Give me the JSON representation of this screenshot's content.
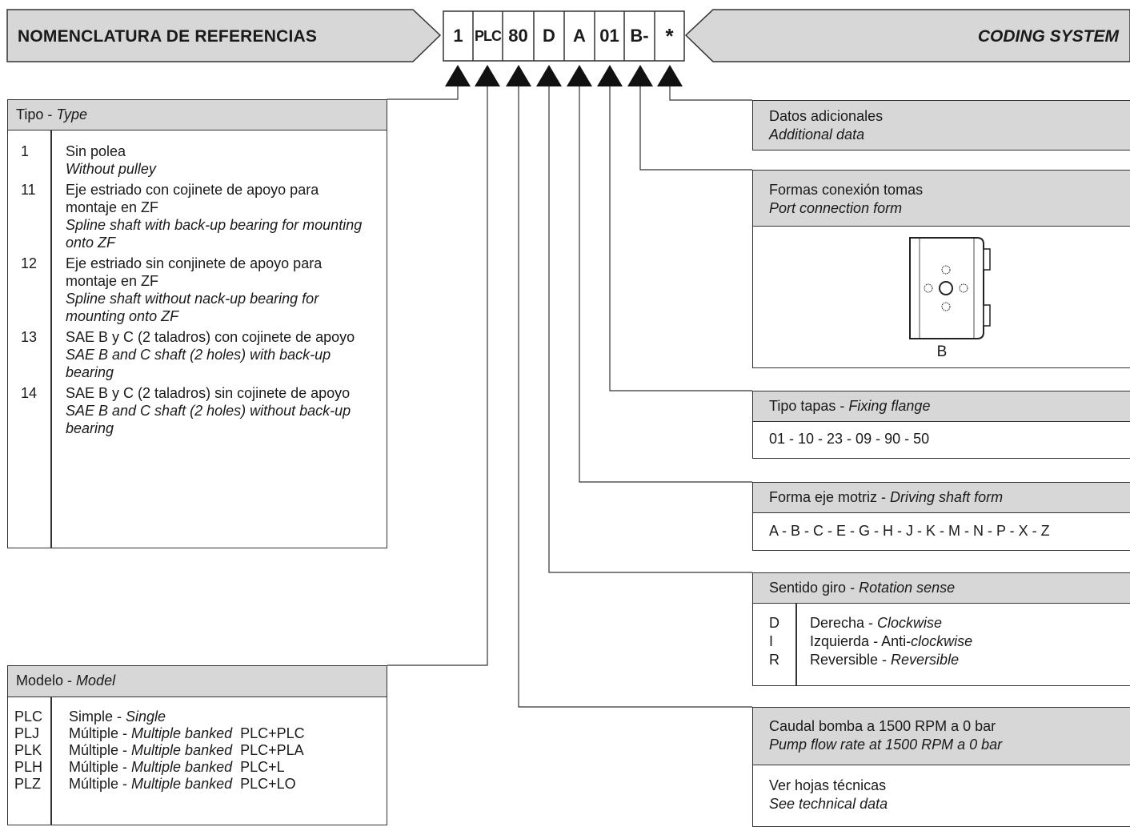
{
  "header": {
    "title_left": "NOMENCLATURA DE REFERENCIAS",
    "title_right": "CODING SYSTEM",
    "codes": [
      "1",
      "PLC",
      "80",
      "D",
      "A",
      "01",
      "B-",
      "*"
    ]
  },
  "tipo": {
    "label": "Tipo",
    "label_en": "Type",
    "rows": [
      {
        "num": "1",
        "es": "Sin polea",
        "en": "Without pulley"
      },
      {
        "num": "11",
        "es": "Eje estriado con cojinete de apoyo para montaje en ZF",
        "en": "Spline shaft with back-up bearing for mounting onto ZF"
      },
      {
        "num": "12",
        "es": "Eje estriado sin conjinete de apoyo para montaje en ZF",
        "en": "Spline shaft without nack-up bearing for mounting onto ZF"
      },
      {
        "num": "13",
        "es": "SAE B y C (2 taladros) con cojinete de apoyo",
        "en": "SAE B and C shaft (2 holes) with back-up bearing"
      },
      {
        "num": "14",
        "es": "SAE B y C (2 taladros) sin cojinete de apoyo",
        "en": "SAE B and C shaft (2 holes) without back-up bearing"
      }
    ]
  },
  "modelo": {
    "label": "Modelo",
    "label_en": "Model",
    "rows": [
      {
        "code": "PLC",
        "es": "Simple",
        "en": "Single",
        "combo": ""
      },
      {
        "code": "PLJ",
        "es": "Múltiple",
        "en": "Multiple banked",
        "combo": "PLC+PLC"
      },
      {
        "code": "PLK",
        "es": "Múltiple",
        "en": "Multiple banked",
        "combo": "PLC+PLA"
      },
      {
        "code": "PLH",
        "es": "Múltiple",
        "en": "Multiple banked",
        "combo": "PLC+L"
      },
      {
        "code": "PLZ",
        "es": "Múltiple",
        "en": "Multiple banked",
        "combo": "PLC+LO"
      }
    ]
  },
  "datos": {
    "label": "Datos adicionales",
    "label_en": "Additional data"
  },
  "formas": {
    "label": "Formas conexión tomas",
    "label_en": "Port connection form",
    "diagram_label": "B"
  },
  "tapas": {
    "label": "Tipo tapas",
    "label_en": "Fixing flange",
    "values": "01 - 10 - 23 - 09 - 90 - 50"
  },
  "eje": {
    "label": "Forma eje motriz",
    "label_en": "Driving shaft form",
    "values": "A - B - C - E - G - H - J - K - M - N - P - X - Z"
  },
  "giro": {
    "label": "Sentido giro",
    "label_en": "Rotation sense",
    "rows": [
      {
        "code": "D",
        "es": "Derecha",
        "en": "Clockwise",
        "en_prefix": ""
      },
      {
        "code": "I",
        "es": "Izquierda",
        "en": "clockwise",
        "en_prefix": "Anti-"
      },
      {
        "code": "R",
        "es": "Reversible",
        "en": "Reversible",
        "en_prefix": ""
      }
    ]
  },
  "caudal": {
    "label": "Caudal bomba a 1500 RPM a 0 bar",
    "label_en": "Pump flow rate at 1500 RPM a 0 bar",
    "value": "Ver hojas técnicas",
    "value_en": "See technical data"
  },
  "colors": {
    "header_fill": "#d7d7d7",
    "line": "#333333"
  }
}
